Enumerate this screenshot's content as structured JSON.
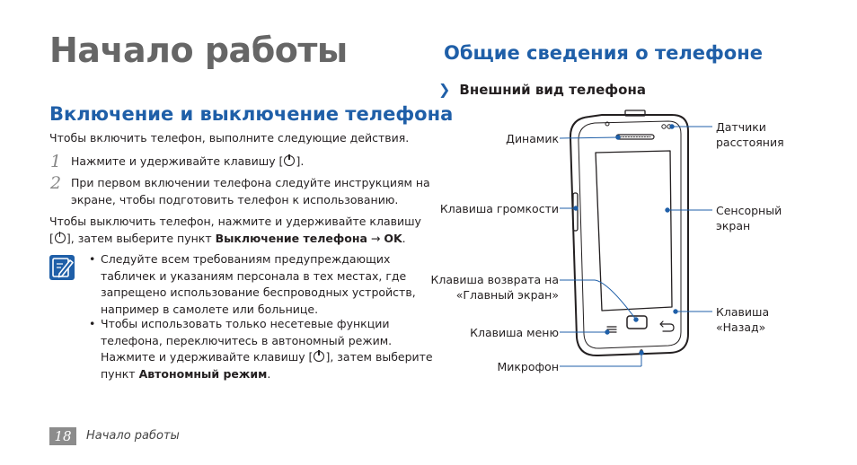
{
  "left": {
    "chapter_title": "Начало работы",
    "section_title": "Включение и выключение телефона",
    "intro": "Чтобы включить телефон, выполните следующие действия.",
    "steps": [
      {
        "num": "1",
        "text_before": "Нажмите и удерживайте клавишу [",
        "text_after": "]."
      },
      {
        "num": "2",
        "line1": "При первом включении телефона следуйте инструкциям на",
        "line2": "экране, чтобы подготовить телефон к использованию."
      }
    ],
    "off": {
      "line1": "Чтобы выключить телефон, нажмите и удерживайте клавишу",
      "line2_a": "[",
      "line2_b": "], затем выберите пункт ",
      "line2_bold": "Выключение телефона",
      "line2_arrow": " → ",
      "line2_ok": "OK",
      "line2_end": "."
    },
    "note": {
      "bullet1": [
        "Следуйте всем требованиям предупреждающих",
        "табличек и указаниям персонала в тех местах, где",
        "запрещено использование беспроводных устройств,",
        "например в самолете или больнице."
      ],
      "bullet2_lines": [
        "Чтобы использовать только несетевые функции",
        "телефона, переключитесь в автономный режим.",
        "Нажмите и удерживайте клавишу ["
      ],
      "bullet2_after": "], затем выберите",
      "bullet2_last_a": "пункт ",
      "bullet2_last_bold": "Автономный режим",
      "bullet2_last_end": "."
    }
  },
  "right": {
    "section_title": "Общие сведения о телефоне",
    "subsection_title": "Внешний вид телефона",
    "labels": {
      "speaker": "Динамик",
      "volume_key": "Клавиша громкости",
      "home_key_1": "Клавиша возврата на",
      "home_key_2": "«Главный экран»",
      "menu_key": "Клавиша меню",
      "microphone": "Микрофон",
      "proximity_1": "Датчики",
      "proximity_2": "расстояния",
      "touch_1": "Сенсорный",
      "touch_2": "экран",
      "back_1": "Клавиша",
      "back_2": "«Назад»"
    }
  },
  "footer": {
    "page_number": "18",
    "label": "Начало работы"
  },
  "colors": {
    "accent_blue": "#1f5fa8",
    "title_gray": "#666666",
    "footer_gray": "#8c8c8c"
  },
  "icons": {
    "power": "power-icon",
    "note": "note-pencil-icon",
    "subsection_arrow": "chevron-right-icon"
  }
}
